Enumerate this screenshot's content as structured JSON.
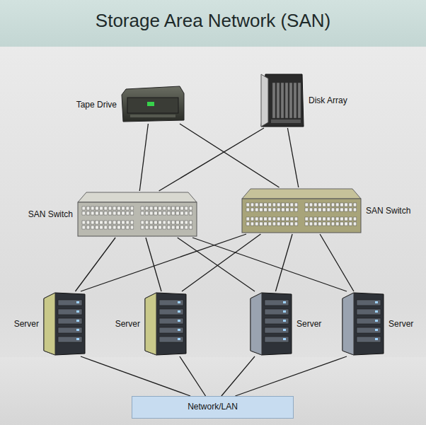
{
  "diagram": {
    "title": "Storage Area Network (SAN)",
    "nodes": [
      {
        "text": [
          "Tape Drive"
        ]
      },
      {
        "text": [
          "Disk Array"
        ]
      },
      {
        "text": [
          "SAN Switch"
        ]
      },
      {
        "text": [
          "SAN Switch"
        ]
      },
      {
        "text": [
          "Server"
        ]
      },
      {
        "text": [
          "Server"
        ]
      },
      {
        "text": [
          "Server"
        ]
      },
      {
        "text": [
          "Server"
        ]
      },
      {
        "text": [
          "Network/LAN"
        ]
      }
    ],
    "edges": [
      {
        "from": 0,
        "to": 2,
        "arrow": "none"
      },
      {
        "from": 0,
        "to": 3,
        "arrow": "none"
      },
      {
        "from": 1,
        "to": 2,
        "arrow": "none"
      },
      {
        "from": 1,
        "to": 3,
        "arrow": "none"
      },
      {
        "from": 2,
        "to": 4,
        "arrow": "none"
      },
      {
        "from": 2,
        "to": 5,
        "arrow": "none"
      },
      {
        "from": 2,
        "to": 6,
        "arrow": "none"
      },
      {
        "from": 2,
        "to": 7,
        "arrow": "none"
      },
      {
        "from": 3,
        "to": 4,
        "arrow": "none"
      },
      {
        "from": 3,
        "to": 5,
        "arrow": "none"
      },
      {
        "from": 3,
        "to": 6,
        "arrow": "none"
      },
      {
        "from": 3,
        "to": 7,
        "arrow": "none"
      },
      {
        "from": 4,
        "to": 8,
        "arrow": "none"
      },
      {
        "from": 5,
        "to": 8,
        "arrow": "none"
      },
      {
        "from": 6,
        "to": 8,
        "arrow": "none"
      },
      {
        "from": 7,
        "to": 8,
        "arrow": "none"
      }
    ]
  }
}
